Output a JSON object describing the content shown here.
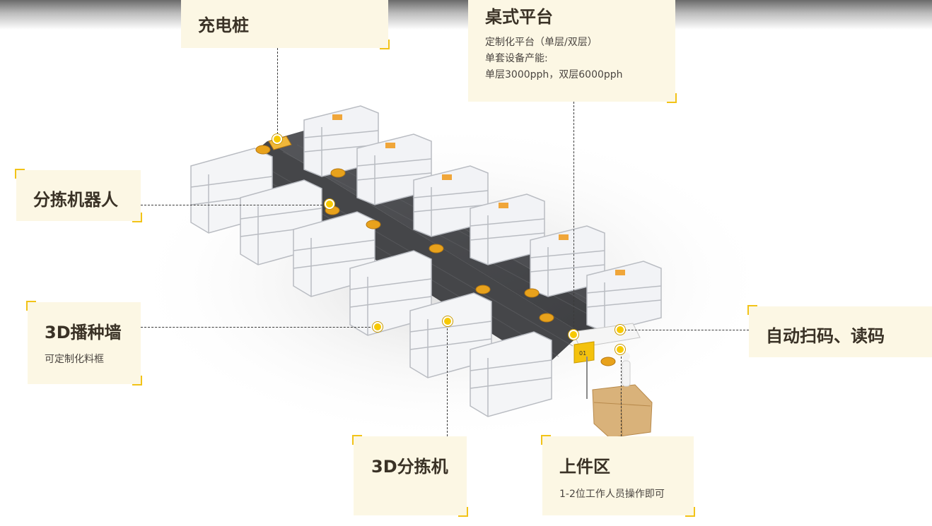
{
  "labels": {
    "charging_pile": {
      "title": "充电桩"
    },
    "desktop_platform": {
      "title": "桌式平台",
      "desc": [
        "定制化平台（单层/双层）",
        "单套设备产能:",
        "单层3000pph，双层6000pph"
      ]
    },
    "sorting_robot": {
      "title": "分拣机器人"
    },
    "wall_3d": {
      "title": "3D播种墙",
      "desc": "可定制化料框"
    },
    "sorter_3d": {
      "title": "3D分拣机"
    },
    "loading_area": {
      "title": "上件区",
      "desc": "1-2位工作人员操作即可"
    },
    "auto_scan": {
      "title": "自动扫码、读码"
    }
  },
  "scene": {
    "station_tag": "01"
  },
  "colors": {
    "card_bg": "#fcf7e4",
    "accent": "#f2c318",
    "marker": "#f7c900",
    "robot": "#e8a21c",
    "belt": "#4a4a4c"
  }
}
